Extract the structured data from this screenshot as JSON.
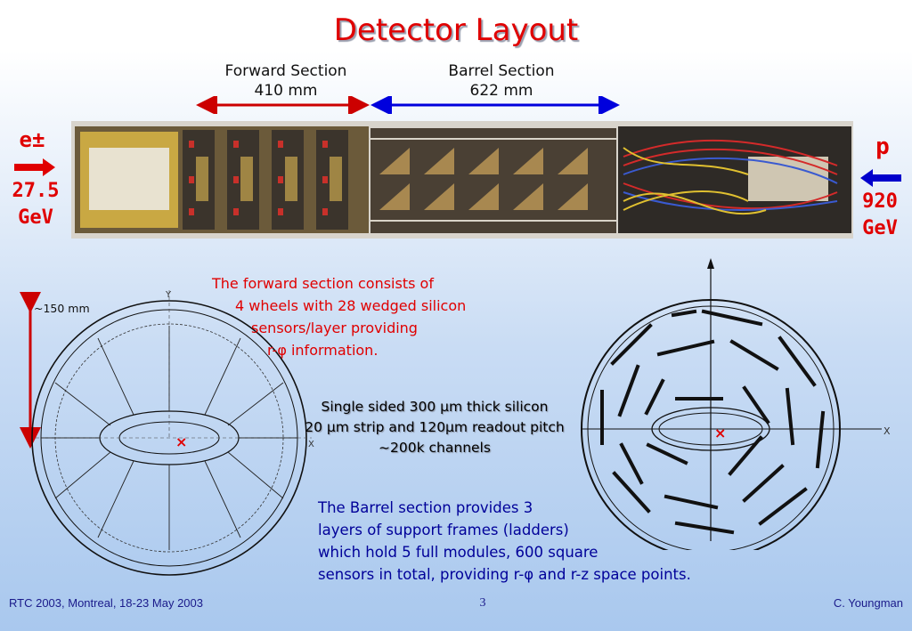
{
  "title": "Detector Layout",
  "forward_section": {
    "name": "Forward Section",
    "length": "410 mm"
  },
  "barrel_section": {
    "name": "Barrel Section",
    "length": "622 mm"
  },
  "electron_beam": {
    "particle": "e±",
    "energy_value": "27.5",
    "energy_unit": "GeV"
  },
  "proton_beam": {
    "particle": "p",
    "energy_value": "920",
    "energy_unit": "GeV"
  },
  "dimension_label": "~150 mm",
  "forward_description": [
    "The forward section consists of",
    "4 wheels with 28 wedged silicon",
    "sensors/layer providing",
    "r-φ information."
  ],
  "sensor_specs": [
    "Single sided 300 μm thick silicon",
    "20 μm strip and 120μm readout pitch",
    "~200k channels"
  ],
  "barrel_description": [
    "The Barrel section provides 3",
    "layers of support frames (ladders)",
    "which hold 5 full modules, 600 square",
    "sensors in total,  providing r-φ and r-z space points."
  ],
  "axis_labels": {
    "y": "Y",
    "x": "X"
  },
  "footer": {
    "conference": "RTC 2003, Montreal, 18-23 May 2003",
    "page_number": "3",
    "author": "C. Youngman"
  },
  "colors": {
    "title": "#e00000",
    "forward_arrow": "#cc0000",
    "barrel_arrow": "#0000dd",
    "red_text": "#e00000",
    "blue_text": "#000099",
    "beam_arrow_electron": "#e00000",
    "beam_arrow_proton": "#0000cc"
  }
}
